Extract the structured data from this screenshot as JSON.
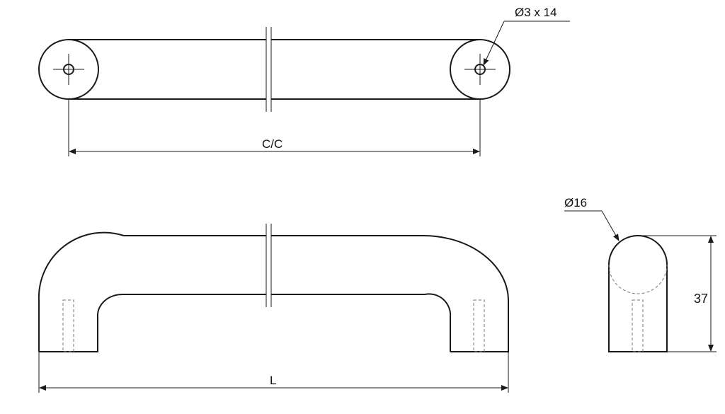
{
  "labels": {
    "hole_spec": "Ø3 x 14",
    "center_to_center": "C/C",
    "overall_length": "L",
    "bar_diameter": "Ø16",
    "height": "37"
  }
}
